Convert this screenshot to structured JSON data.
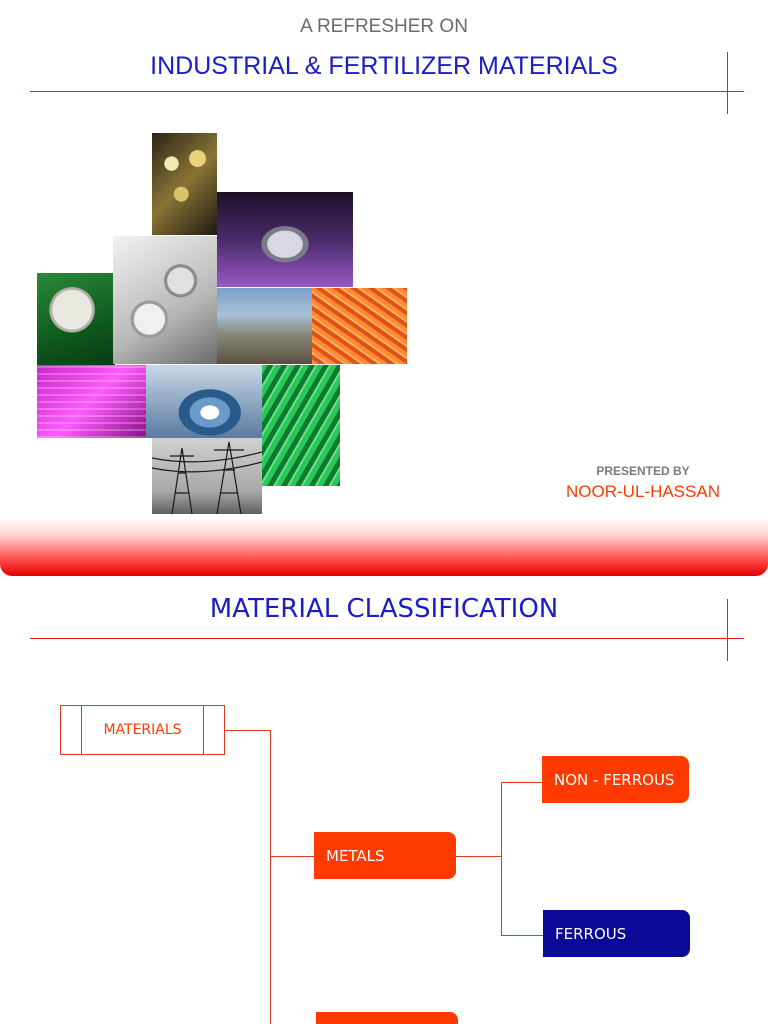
{
  "slide1": {
    "subtitle": "A REFRESHER ON",
    "title": "INDUSTRIAL & FERTILIZER MATERIALS",
    "presented_by": "PRESENTED BY",
    "presenter": "NOOR-UL-HASSAN"
  },
  "slide2": {
    "title": "MATERIAL CLASSIFICATION",
    "nodes": {
      "materials": "MATERIALS",
      "metals": "METALS",
      "non_ferrous": "NON - FERROUS",
      "ferrous": "FERROUS"
    }
  },
  "colors": {
    "title_blue": "#1c1cc8",
    "accent_red": "#e02020",
    "node_orange": "#ff3a00",
    "node_navy": "#0a0a96"
  },
  "collage": [
    "keyboard-image",
    "turntable-image",
    "hard-drive-image",
    "gears-image",
    "industrial-plant-image",
    "fiber-optic-image",
    "binary-code-image",
    "water-drop-image",
    "pipes-image",
    "power-lines-image"
  ]
}
